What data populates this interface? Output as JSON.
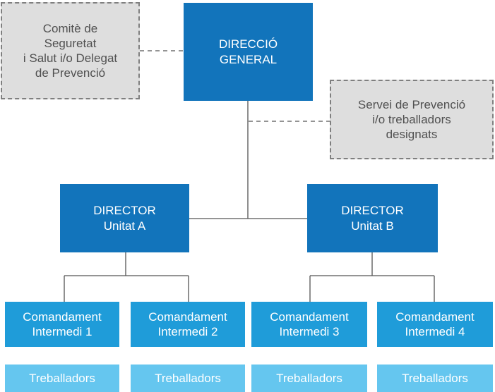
{
  "top": {
    "line1": "DIRECCIÓ",
    "line2": "GENERAL"
  },
  "committee": {
    "line1": "Comitè de",
    "line2": "Seguretat",
    "line3": "i Salut i/o Delegat",
    "line4": "de Prevenció"
  },
  "prevention_service": {
    "line1": "Servei de Prevenció",
    "line2": "i/o treballadors",
    "line3": "designats"
  },
  "directors": [
    {
      "line1": "DIRECTOR",
      "line2": "Unitat A"
    },
    {
      "line1": "DIRECTOR",
      "line2": "Unitat B"
    }
  ],
  "middle_managers": [
    {
      "line1": "Comandament",
      "line2": "Intermedi 1"
    },
    {
      "line1": "Comandament",
      "line2": "Intermedi 2"
    },
    {
      "line1": "Comandament",
      "line2": "Intermedi 3"
    },
    {
      "line1": "Comandament",
      "line2": "Intermedi 4"
    }
  ],
  "workers": [
    "Treballadors",
    "Treballadors",
    "Treballadors",
    "Treballadors"
  ],
  "colors": {
    "dark_blue": "#1274bb",
    "mid_blue": "#1f9cd9",
    "light_blue": "#65c6ef",
    "grey": "#dedede"
  }
}
